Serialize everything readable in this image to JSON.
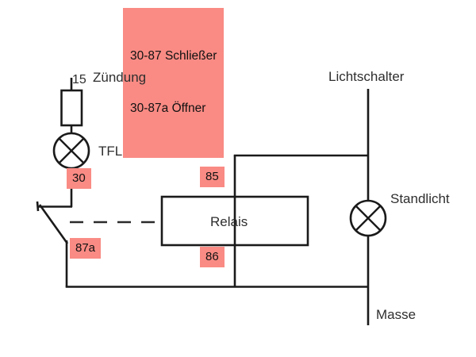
{
  "diagram": {
    "title_note": "30-87 Schließer\n30-87a Öffner",
    "note_line1": "30-87 Schließer",
    "note_line2": "30-87a Öffner",
    "background_color": "#ffffff",
    "wire_color": "#1a1a1a",
    "badge_color": "#f98b84",
    "text_color": "#2e2e2e",
    "labels": {
      "terminal_15": "15",
      "ignition": "Zündung",
      "tfl": "TFL",
      "relay": "Relais",
      "light_switch": "Lichtschalter",
      "parking_light": "Standlicht",
      "ground": "Masse"
    },
    "terminals": [
      {
        "id": "30",
        "label": "30"
      },
      {
        "id": "87a",
        "label": "87a"
      },
      {
        "id": "85",
        "label": "85"
      },
      {
        "id": "86",
        "label": "86"
      }
    ],
    "components": [
      {
        "name": "fuse",
        "label": ""
      },
      {
        "name": "tfl-lamp",
        "label": "TFL"
      },
      {
        "name": "relay-coil-box",
        "label": "Relais"
      },
      {
        "name": "relay-contact-switch",
        "label": "87a"
      },
      {
        "name": "standlicht-lamp",
        "label": "Standlicht"
      }
    ]
  }
}
